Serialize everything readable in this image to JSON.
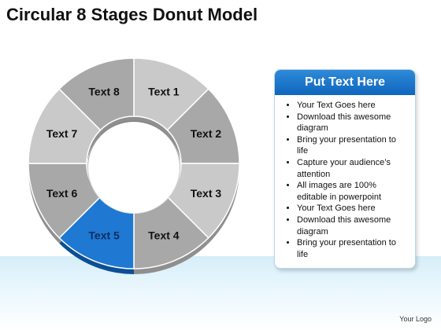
{
  "title": "Circular 8 Stages Donut Model",
  "diagram": {
    "segments": [
      {
        "label": "Text 1",
        "highlight": false
      },
      {
        "label": "Text 2",
        "highlight": false
      },
      {
        "label": "Text 3",
        "highlight": false
      },
      {
        "label": "Text 4",
        "highlight": false
      },
      {
        "label": "Text 5",
        "highlight": true
      },
      {
        "label": "Text 6",
        "highlight": false
      },
      {
        "label": "Text 7",
        "highlight": false
      },
      {
        "label": "Text 8",
        "highlight": false
      }
    ],
    "colors": {
      "highlight_top": "#1f78d1",
      "highlight_side": "#0c4f96",
      "highlight_text": "#0b2f63",
      "segment_light": "#c9c9c9",
      "segment_dark": "#a8a8a8",
      "segment_side": "#8f8f8f",
      "segment_text": "#111111"
    }
  },
  "panel": {
    "heading": "Put Text Here",
    "items": [
      "Your Text Goes here",
      "Download this awesome diagram",
      "Bring your presentation to life",
      "Capture your audience’s attention",
      "All images are 100% editable in powerpoint",
      "Your Text Goes here",
      "Download this awesome diagram",
      "Bring your presentation to life"
    ],
    "accent": "#1a72c7"
  },
  "footer": "Your Logo"
}
